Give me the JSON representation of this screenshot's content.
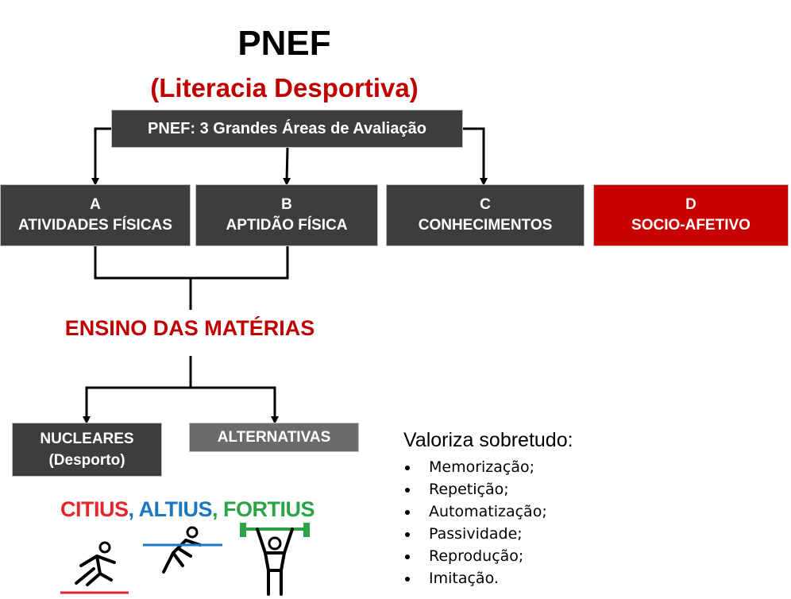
{
  "title": "PNEF",
  "subtitle": "(Literacia Desportiva)",
  "header_box": "PNEF: 3 Grandes Áreas de Avaliação",
  "areas": [
    {
      "letter": "A",
      "label": "ATIVIDADES FÍSICAS"
    },
    {
      "letter": "B",
      "label": "APTIDÃO FÍSICA"
    },
    {
      "letter": "C",
      "label": "CONHECIMENTOS"
    },
    {
      "letter": "D",
      "label": "SOCIO-AFETIVO"
    }
  ],
  "ensino": "ENSINO DAS MATÉRIAS",
  "nucleares": {
    "line1": "NUCLEARES",
    "line2": "(Desporto)"
  },
  "alternativas": "ALTERNATIVAS",
  "valoriza": {
    "heading": "Valoriza sobretudo:",
    "items": [
      "Memorização;",
      "Repetição;",
      "Automatização;",
      "Passividade;",
      "Reprodução;",
      "Imitação."
    ]
  },
  "motto": {
    "citius": "CITIUS",
    "sep1": ", ",
    "altius": "ALTIUS",
    "sep2": ", ",
    "fortius": "FORTIUS"
  },
  "colors": {
    "accent_red": "#c00000",
    "box_dark": "#3d3d3d",
    "box_grey": "#6b6b6b",
    "box_red": "#c80000",
    "citius_red": "#e4262e",
    "altius_blue": "#1a77c0",
    "fortius_green": "#2aa447"
  }
}
